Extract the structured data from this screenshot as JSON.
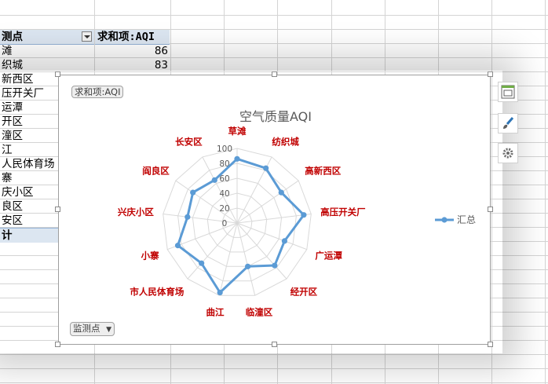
{
  "pivot": {
    "header_field": "测点",
    "header_value": "求和项:AQI",
    "rows": [
      {
        "label": "滩",
        "value": "86"
      },
      {
        "label": "织城",
        "value": "83"
      },
      {
        "label": "新西区",
        "value": ""
      },
      {
        "label": "压开关厂",
        "value": ""
      },
      {
        "label": "运潭",
        "value": ""
      },
      {
        "label": "开区",
        "value": ""
      },
      {
        "label": "潼区",
        "value": ""
      },
      {
        "label": "江",
        "value": ""
      },
      {
        "label": "人民体育场",
        "value": ""
      },
      {
        "label": "寨",
        "value": ""
      },
      {
        "label": "庆小区",
        "value": ""
      },
      {
        "label": "良区",
        "value": ""
      },
      {
        "label": "安区",
        "value": ""
      }
    ],
    "total_label": "计"
  },
  "chart": {
    "value_field_button": "求和项:AQI",
    "axis_field_button": "监测点",
    "legend_label": "汇总"
  },
  "chart_data": {
    "type": "radar",
    "title": "空气质量AQI",
    "categories": [
      "草滩",
      "纺织城",
      "高新西区",
      "高压开关厂",
      "广运潭",
      "经开区",
      "临潼区",
      "曲江",
      "市人民体育场",
      "小寨",
      "兴庆小区",
      "阎良区",
      "长安区"
    ],
    "series": [
      {
        "name": "汇总",
        "values": [
          86,
          83,
          72,
          90,
          68,
          76,
          60,
          96,
          72,
          85,
          67,
          72,
          65
        ]
      }
    ],
    "rlim": [
      0,
      100
    ],
    "ticks": [
      0,
      20,
      40,
      60,
      80,
      100
    ],
    "legend": "right",
    "colors": {
      "series": "#5b9bd5",
      "labels": "#c00000",
      "grid": "#d9d9d9"
    }
  }
}
